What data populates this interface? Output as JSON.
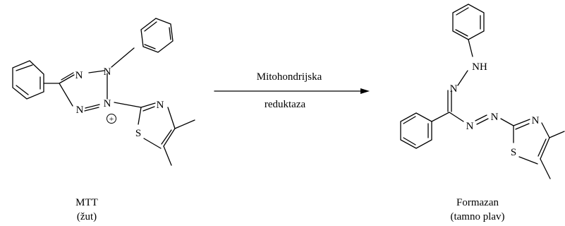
{
  "reaction": {
    "arrow_label_top": "Mitohondrijska",
    "arrow_label_bottom": "reduktaza"
  },
  "reactant": {
    "name": "MTT",
    "note": "(žut)",
    "atoms": {
      "n1": "N",
      "n2": "N",
      "n3": "N",
      "n4": "N",
      "charge": "+",
      "thiazole_n": "N",
      "thiazole_s": "S"
    }
  },
  "product": {
    "name": "Formazan",
    "note": "(tamno plav)",
    "atoms": {
      "n_imine": "N",
      "nh": "NH",
      "n_azo1": "N",
      "n_azo2": "N",
      "thiazole_n": "N",
      "thiazole_s": "S"
    }
  }
}
